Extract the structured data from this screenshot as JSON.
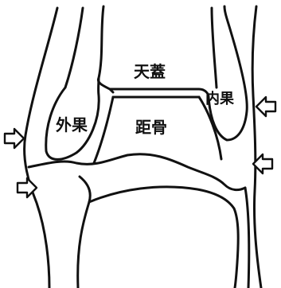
{
  "labels": {
    "tiangai": "天蓋",
    "lateral_malleolus": "外果",
    "medial_malleolus": "内果",
    "talus": "距骨"
  },
  "colors": {
    "line": "#111111",
    "background": "#ffffff"
  },
  "icons": {
    "arrow": "outline-arrow-right",
    "arrow_left": "outline-arrow-left"
  }
}
